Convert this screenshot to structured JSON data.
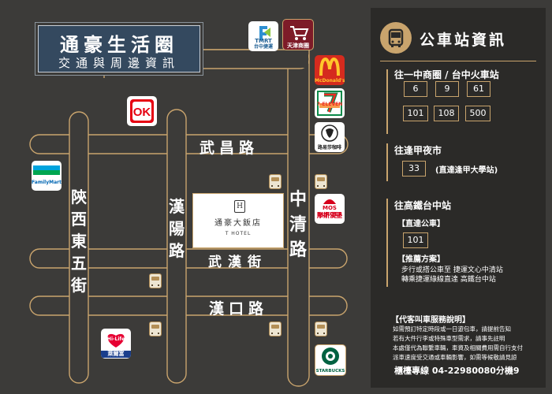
{
  "title": {
    "main": "通豪生活圈",
    "sub": "交通與周邊資訊"
  },
  "roads": {
    "wuchang": "武昌路",
    "wuhan": "武漢街",
    "hankou": "漢口路",
    "shaanxi_east_5": "陝西東五街",
    "hanyang": "漢陽路",
    "zhongqing": "中清路"
  },
  "hotel": {
    "mark": "H",
    "name": "通豪大飯店",
    "en": "T HOTEL"
  },
  "landmarks": {
    "tmrt": {
      "line1": "TMRT",
      "line2": "台中捷運",
      "icon": "tmrt-logo-icon"
    },
    "tianjin": {
      "label": "天津商圈",
      "icon": "shopping-cart-icon"
    },
    "mcdonalds": {
      "label": "McDonald's",
      "icon": "mcdonalds-logo-icon"
    },
    "seven_eleven": {
      "label": "7-ELEVEN",
      "icon": "seven-eleven-logo-icon"
    },
    "louisa": {
      "label": "路易莎咖啡",
      "icon": "louisa-coffee-logo-icon"
    },
    "mos": {
      "line1": "MOS BURGER",
      "line2": "摩斯漢堡",
      "icon": "mos-burger-logo-icon"
    },
    "ok": {
      "label": "OK",
      "icon": "ok-mart-logo-icon"
    },
    "familymart": {
      "label": "FamilyMart",
      "icon": "familymart-logo-icon"
    },
    "hilife": {
      "line1": "Hi-Life",
      "line2": "萊爾富",
      "icon": "hilife-logo-icon"
    },
    "starbucks": {
      "label": "STARBUCKS",
      "icon": "starbucks-logo-icon"
    }
  },
  "bus_stop_icon": "bus-stop-icon",
  "panel": {
    "title": "公車站資訊",
    "icon": "bus-icon",
    "section1": {
      "title": "往一中商圈 / 台中火車站",
      "routes": [
        "6",
        "9",
        "61",
        "101",
        "108",
        "500"
      ]
    },
    "section2": {
      "title": "往逢甲夜市",
      "route": "33",
      "note": "(直達逢甲大學站)"
    },
    "section3": {
      "title": "往高鐵台中站",
      "direct_title": "【直達公車】",
      "direct_route": "101",
      "rec_title": "【推薦方案】",
      "rec_line1": "步行或搭公車至 捷運文心中清站",
      "rec_line2": "轉乘捷運綠線直達 高鐵台中站"
    },
    "service": {
      "title": "【代客叫車服務說明】",
      "lines": [
        "如需預訂特定時段或一日遊包車，請提前告知",
        "若有大件行李或特殊車型需求，請事先註明",
        "本處僅代為聯繫車輛，車資及相關費用需自行支付",
        "派車速度受交通或車輛影響，如需等候敬請見諒"
      ],
      "phone": "櫃檯專線  04-22980080分機9"
    }
  },
  "colors": {
    "background": "#3c3b39",
    "road_outline": "#c9a46d",
    "title_box": "#34495f",
    "panel": "#2b2a28"
  }
}
